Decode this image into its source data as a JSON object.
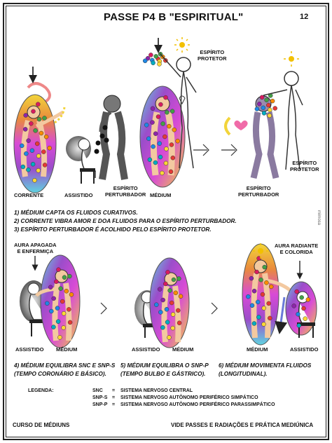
{
  "page": {
    "title": "PASSE P4 B \"ESPIRITUAL\"",
    "number": "12"
  },
  "top": {
    "labels": {
      "corrente": "CORRENTE",
      "assistido": "ASSISTIDO",
      "perturbador": "ESPÍRITO\nPERTURBADOR",
      "medium": "MÉDIUM",
      "protetor_top": "ESPÍRITO\nPROTETOR",
      "perturbador_right": "ESPÍRITO\nPERTURBADOR",
      "protetor_right": "ESPÍRITO\nPROTETOR"
    }
  },
  "instructions_top": [
    "1) MÉDIUM CAPTA OS FLUIDOS CURATIVOS.",
    "2) CORRENTE VIBRA AMOR E DOA FLUIDOS PARA O ESPÍRITO PERTURBADOR.",
    "3) ESPÍRITO PERTURBADOR É ACOLHIDO PELO ESPÍRITO PROTETOR."
  ],
  "watermark": "mimosa",
  "middle": {
    "aura_apagada": "AURA APAGADA\nE ENFERMIÇA",
    "aura_radiante": "AURA RADIANTE\nE COLORIDA",
    "labels": [
      {
        "assistido": "ASSISTIDO",
        "medium": "MÉDIUM"
      },
      {
        "assistido": "ASSISTIDO",
        "medium": "MÉDIUM"
      },
      {
        "medium": "MÉDIUM",
        "assistido": "ASSISTIDO"
      }
    ]
  },
  "instructions_bottom": [
    "4) MÉDIUM EQUILIBRA SNC E SNP-S\n(TEMPO CORONÁRIO E BÁSICO).",
    "5) MÉDIUM EQUILIBRA O SNP-P\n(TEMPO BULBO E GÁSTRICO).",
    "6) MÉDIUM MOVIMENTA FLUIDOS\n(LONGITUDINAL)."
  ],
  "legend": {
    "title": "LEGENDA:",
    "items": [
      {
        "abbr": "SNC",
        "eq": "=",
        "text": "SISTEMA NERVOSO CENTRAL"
      },
      {
        "abbr": "SNP-S",
        "eq": "=",
        "text": "SISTEMA NERVOSO AUTÔNOMO PERIFÉRICO SIMPÁTICO"
      },
      {
        "abbr": "SNP-P",
        "eq": "=",
        "text": "SISTEMA NERVOSO AUTÔNOMO PERIFÉRICO PARASSIMPÁTICO"
      }
    ]
  },
  "footer": {
    "left": "CURSO DE MÉDIUNS",
    "right": "VIDE PASSES E RADIAÇÕES E PRÁTICA MEDIÚNICA"
  },
  "colors": {
    "aura_purple": "#9b4dca",
    "aura_cyan": "#5fd3e0",
    "aura_yellow": "#f2d43a",
    "aura_magenta": "#d84bd6",
    "skin": "#f3c9a0",
    "pink": "#f06ba8"
  }
}
